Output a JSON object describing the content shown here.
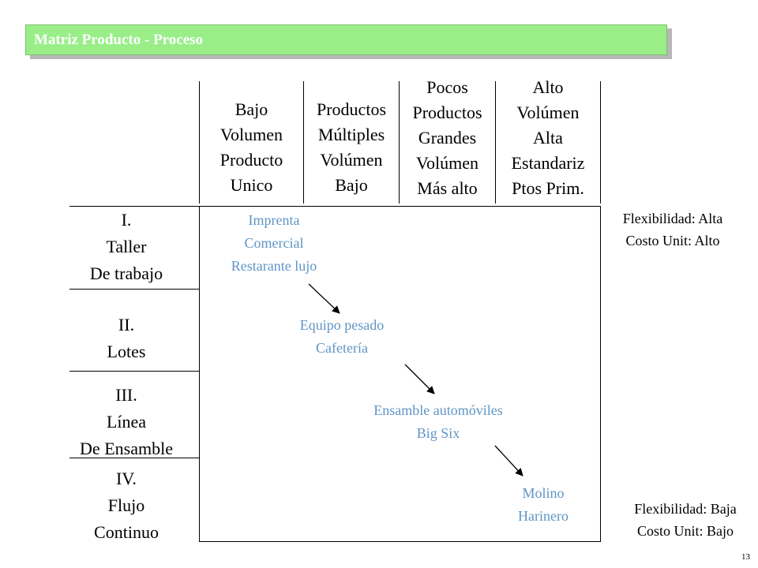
{
  "title": "Matriz Producto - Proceso",
  "columns": [
    "Bajo\nVolumen\nProducto\nUnico",
    "Productos\nMúltiples\nVolúmen\nBajo",
    "Pocos\nProductos\nGrandes\nVolúmen\nMás alto",
    "Alto\nVolúmen\nAlta\nEstandariz\nPtos Prim."
  ],
  "rows": [
    "I.\nTaller\nDe trabajo",
    "II.\nLotes",
    "III.\nLínea\nDe Ensamble",
    "IV.\nFlujo\nContinuo"
  ],
  "cells": [
    "Imprenta\nComercial\nRestarante lujo",
    "Equipo pesado\nCafetería",
    "Ensamble automóviles\nBig Six",
    "Molino\nHarinero"
  ],
  "notes": {
    "top": "Flexibilidad: Alta\nCosto Unit: Alto",
    "bottom": "Flexibilidad: Baja\nCosto Unit: Bajo"
  },
  "page_number": "13",
  "colors": {
    "title_bar": "#99ee88",
    "cell_text": "#5f95c6"
  }
}
